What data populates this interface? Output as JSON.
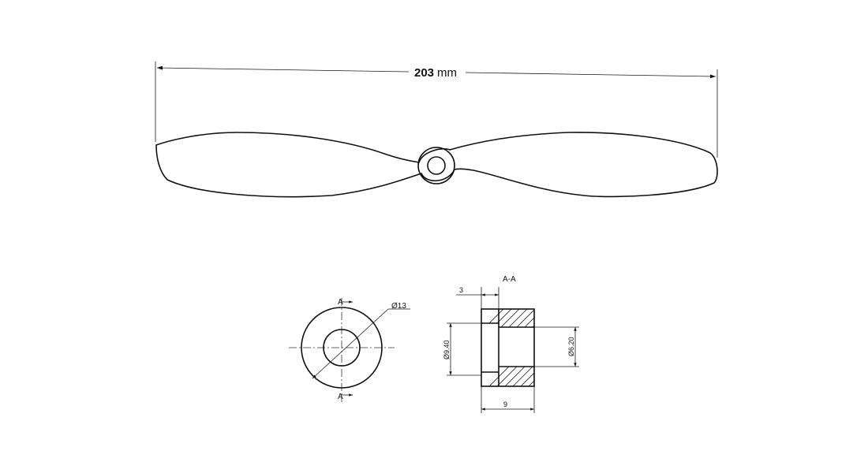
{
  "overall_dimension": {
    "value": "203",
    "unit": "mm"
  },
  "front_view": {
    "diameter_label": "Ø13",
    "section_marker_top": "A",
    "section_marker_bottom": "A"
  },
  "section_view": {
    "title": "A-A",
    "flange_width": "3",
    "length": "9",
    "outer_diameter": "Ø9.40",
    "inner_diameter": "Ø6.20"
  }
}
